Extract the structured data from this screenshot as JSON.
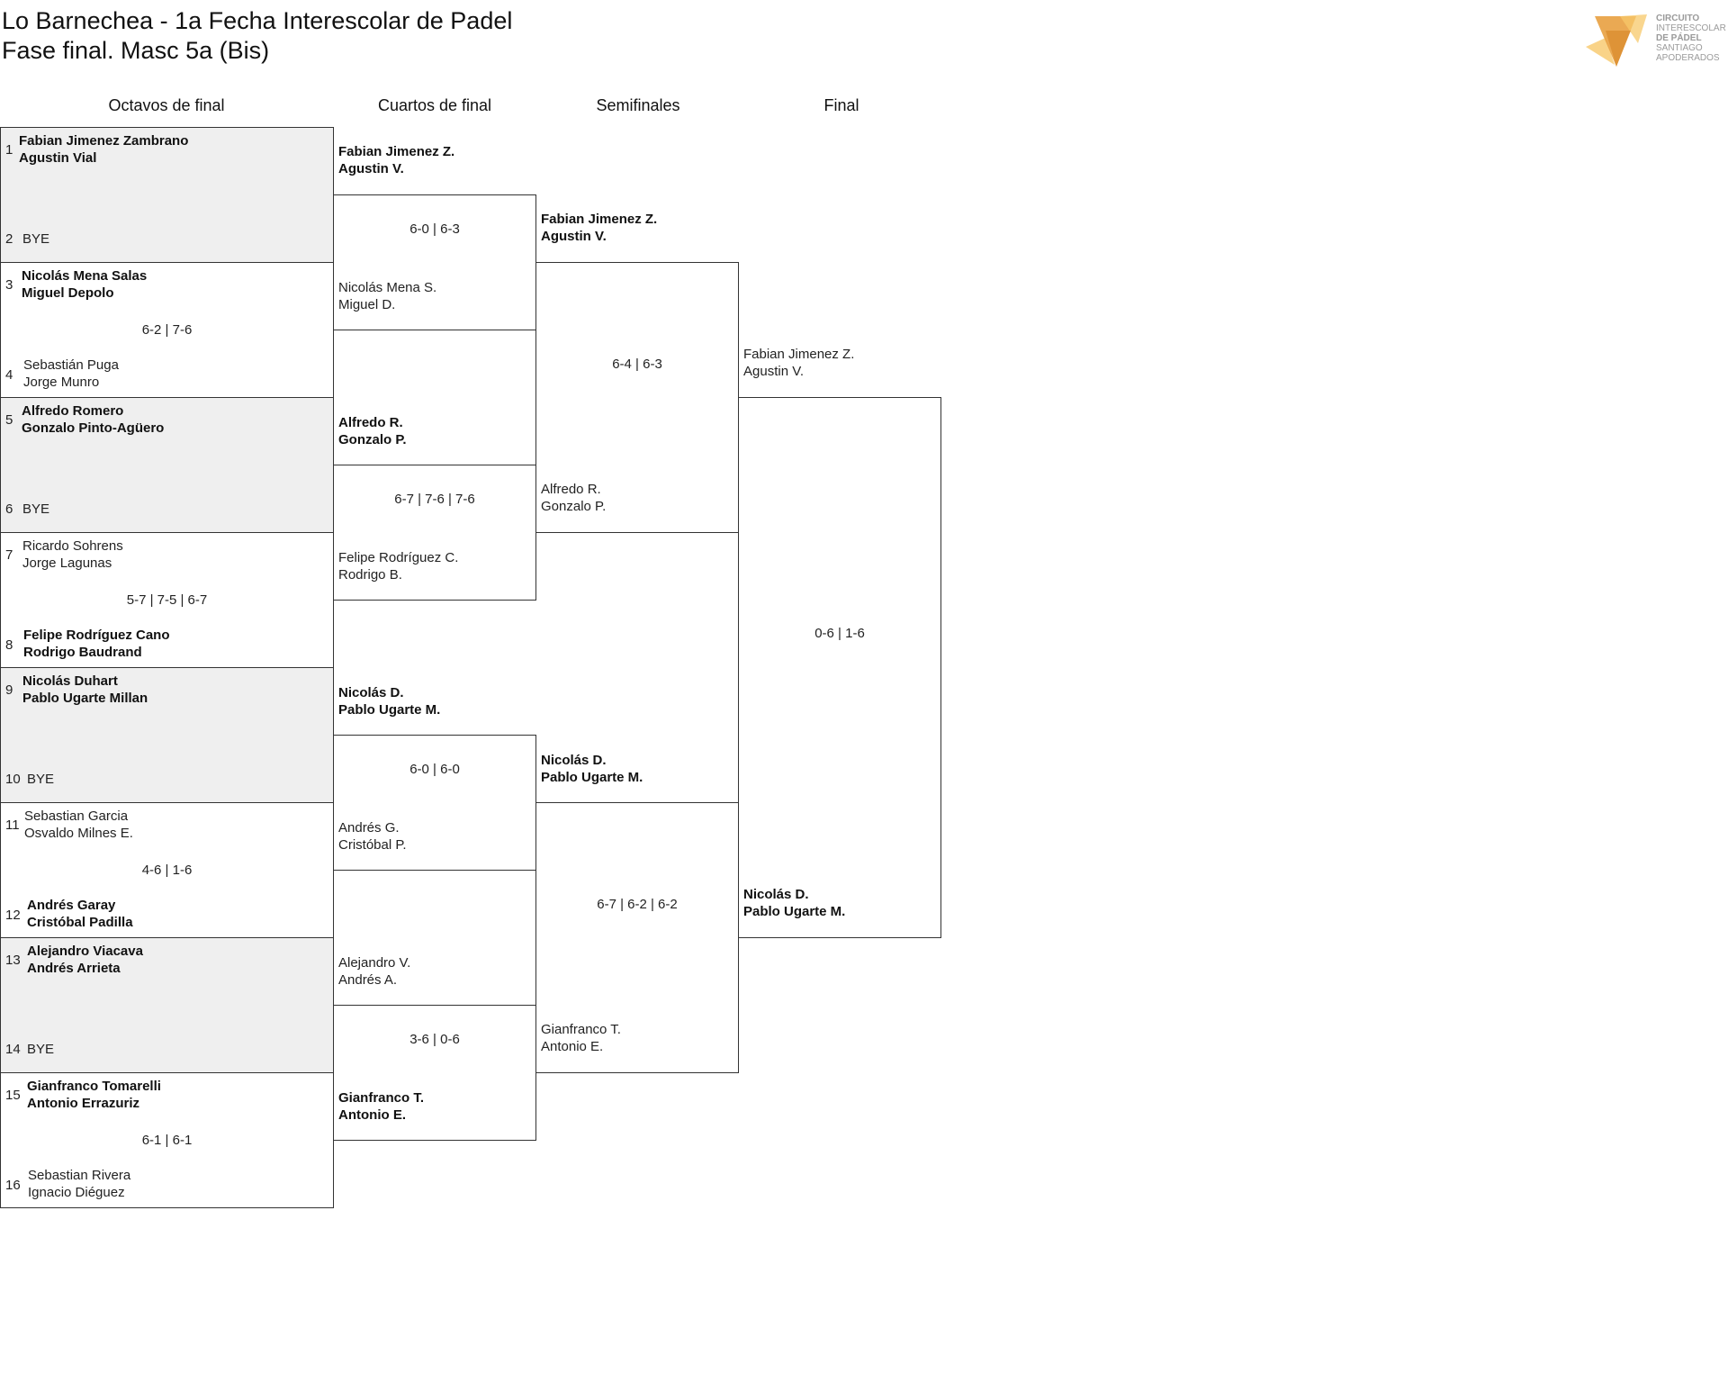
{
  "title_line1": "Lo Barnechea - 1a Fecha Interescolar de Padel",
  "title_line2": "Fase final. Masc 5a (Bis)",
  "logo": {
    "icon": "fox-logo-icon",
    "line1": "CIRCUITO",
    "line2": "INTERESCOLAR",
    "line3": "DE PÁDEL",
    "line4": "SANTIAGO",
    "line5": "APODERADOS",
    "colors": [
      "#f0a830",
      "#f7c86a",
      "#e08c2a"
    ]
  },
  "rounds": [
    "Octavos de final",
    "Cuartos de final",
    "Semifinales",
    "Final"
  ],
  "r16": {
    "m1": {
      "seed_a": "1",
      "a1": "Fabian Jimenez Zambrano",
      "a2": "Agustin Vial",
      "seed_b": "2",
      "b1": "BYE",
      "b2": "",
      "score": ""
    },
    "m2": {
      "seed_a": "3",
      "a1": "Nicolás Mena Salas",
      "a2": "Miguel Depolo",
      "seed_b": "4",
      "b1": "Sebastián Puga",
      "b2": "Jorge Munro",
      "score": "6-2 | 7-6"
    },
    "m3": {
      "seed_a": "5",
      "a1": "Alfredo Romero",
      "a2": "Gonzalo Pinto-Agüero",
      "seed_b": "6",
      "b1": "BYE",
      "b2": "",
      "score": ""
    },
    "m4": {
      "seed_a": "7",
      "a1": "Ricardo Sohrens",
      "a2": "Jorge Lagunas",
      "seed_b": "8",
      "b1": "Felipe Rodríguez Cano",
      "b2": "Rodrigo Baudrand",
      "score": "5-7 | 7-5 | 6-7"
    },
    "m5": {
      "seed_a": "9",
      "a1": "Nicolás Duhart",
      "a2": "Pablo Ugarte Millan",
      "seed_b": "10",
      "b1": "BYE",
      "b2": "",
      "score": ""
    },
    "m6": {
      "seed_a": "11",
      "a1": "Sebastian Garcia",
      "a2": "Osvaldo Milnes E.",
      "seed_b": "12",
      "b1": "Andrés Garay",
      "b2": "Cristóbal Padilla",
      "score": "4-6 | 1-6"
    },
    "m7": {
      "seed_a": "13",
      "a1": "Alejandro Viacava",
      "a2": "Andrés Arrieta",
      "seed_b": "14",
      "b1": "BYE",
      "b2": "",
      "score": ""
    },
    "m8": {
      "seed_a": "15",
      "a1": "Gianfranco Tomarelli",
      "a2": "Antonio Errazuriz",
      "seed_b": "16",
      "b1": "Sebastian Rivera",
      "b2": "Ignacio Diéguez",
      "score": "6-1 | 6-1"
    }
  },
  "qf": {
    "m1": {
      "a1": "Fabian Jimenez Z.",
      "a2": "Agustin V.",
      "b1": "Nicolás Mena S.",
      "b2": "Miguel D.",
      "score": "6-0 | 6-3"
    },
    "m2": {
      "a1": "Alfredo R.",
      "a2": "Gonzalo P.",
      "b1": "Felipe Rodríguez C.",
      "b2": "Rodrigo B.",
      "score": "6-7 | 7-6 | 7-6"
    },
    "m3": {
      "a1": "Nicolás D.",
      "a2": "Pablo Ugarte M.",
      "b1": "Andrés G.",
      "b2": "Cristóbal P.",
      "score": "6-0 | 6-0"
    },
    "m4": {
      "a1": "Alejandro V.",
      "a2": "Andrés A.",
      "b1": "Gianfranco T.",
      "b2": "Antonio E.",
      "score": "3-6 | 0-6"
    }
  },
  "sf": {
    "m1": {
      "a1": "Fabian Jimenez Z.",
      "a2": "Agustin V.",
      "b1": "Alfredo R.",
      "b2": "Gonzalo P.",
      "score": "6-4 | 6-3"
    },
    "m2": {
      "a1": "Nicolás D.",
      "a2": "Pablo Ugarte M.",
      "b1": "Gianfranco T.",
      "b2": "Antonio E.",
      "score": "6-7 | 6-2 | 6-2"
    }
  },
  "final": {
    "a1": "Fabian Jimenez Z.",
    "a2": "Agustin V.",
    "b1": "Nicolás D.",
    "b2": "Pablo Ugarte M.",
    "score": "0-6 | 1-6"
  }
}
